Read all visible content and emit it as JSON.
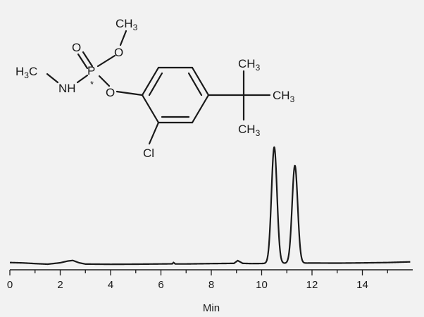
{
  "molecule": {
    "atoms": {
      "ch3_top": {
        "main": "CH",
        "sub": "3"
      },
      "o_methoxy": "O",
      "o_double": "O",
      "p": "P",
      "stereo_mark": "*",
      "h3c_left": {
        "main": "H",
        "sub": "3",
        "tail": "C"
      },
      "nh": "NH",
      "o_ester": "O",
      "cl": "Cl",
      "ch3_a": {
        "main": "CH",
        "sub": "3"
      },
      "ch3_b": {
        "main": "CH",
        "sub": "3"
      },
      "ch3_c": {
        "main": "CH",
        "sub": "3"
      }
    }
  },
  "chart_data": {
    "type": "line",
    "title": "",
    "xlabel": "Min",
    "ylabel": "",
    "xlim": [
      0,
      16
    ],
    "ylim": [
      0,
      1
    ],
    "x_ticks": [
      0,
      2,
      4,
      6,
      8,
      10,
      12,
      14
    ],
    "x_tick_labels": [
      "0",
      "2",
      "4",
      "6",
      "8",
      "10",
      "12",
      "14"
    ],
    "grid": false,
    "baseline": [
      [
        0,
        0.02
      ],
      [
        0.5,
        0.017
      ],
      [
        1.0,
        0.011
      ],
      [
        1.5,
        0.006
      ],
      [
        2.0,
        0.018
      ],
      [
        2.3,
        0.033
      ],
      [
        2.5,
        0.038
      ],
      [
        2.75,
        0.018
      ],
      [
        3.0,
        0.007
      ],
      [
        4.0,
        0.005
      ],
      [
        5.0,
        0.006
      ],
      [
        6.0,
        0.008
      ],
      [
        6.45,
        0.009
      ],
      [
        6.5,
        0.021
      ],
      [
        6.57,
        0.008
      ],
      [
        7.0,
        0.008
      ],
      [
        8.0,
        0.011
      ],
      [
        8.9,
        0.013
      ],
      [
        9.05,
        0.037
      ],
      [
        9.25,
        0.013
      ],
      [
        9.6,
        0.011
      ],
      [
        12.0,
        0.016
      ],
      [
        13.0,
        0.015
      ],
      [
        14.0,
        0.017
      ],
      [
        15.0,
        0.02
      ],
      [
        15.9,
        0.026
      ]
    ],
    "peaks": [
      {
        "retention_time": 10.5,
        "height": 1.0
      },
      {
        "retention_time": 11.32,
        "height": 0.84
      }
    ]
  }
}
